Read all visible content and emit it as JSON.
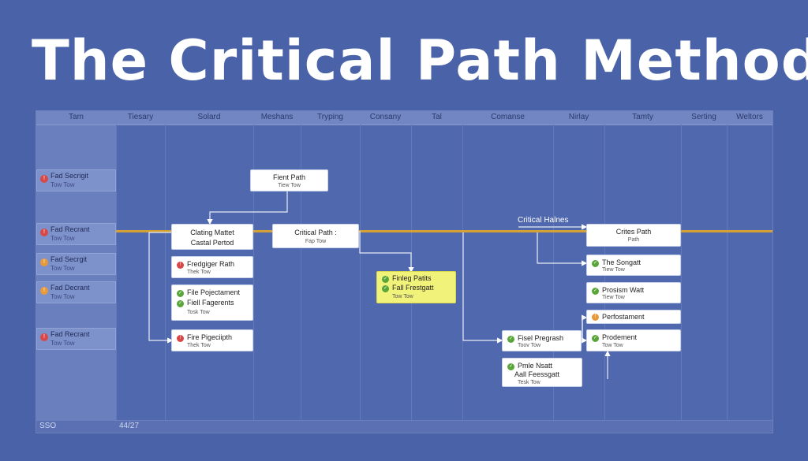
{
  "title": "The Critical Path Method",
  "columns": [
    "Tam",
    "Tiesary",
    "Solard",
    "Meshans",
    "Tryping",
    "Consany",
    "Tal",
    "Comanse",
    "Nirlay",
    "Tamty",
    "Serting",
    "Weltors"
  ],
  "tasks": [
    {
      "title": "Fad Secrigit",
      "sub": "Tow Tow",
      "dot_color": "#d84848",
      "icon": "!"
    },
    {
      "title": "Fad Recrant",
      "sub": "Tow Tow",
      "dot_color": "#d84848",
      "icon": "!"
    },
    {
      "title": "Fad Secrgit",
      "sub": "Tow Tow",
      "dot_color": "#e89a3a",
      "icon": "!"
    },
    {
      "title": "Fad Decrant",
      "sub": "Tow Tow",
      "dot_color": "#e89a3a",
      "icon": "!"
    },
    {
      "title": "Fad Recrant",
      "sub": "Tow Tow",
      "dot_color": "#d84848",
      "icon": "!"
    }
  ],
  "critical_label": "Critical Halnes",
  "footer": {
    "left": "SSO",
    "right": "44/27"
  },
  "nodes": {
    "fient_path": {
      "title": "Fient Path",
      "sub": "Tiew Tow"
    },
    "clating": {
      "line1": "Clating Mattet",
      "line2": "Castal Pertod"
    },
    "critical_path": {
      "title": "Critical Path :",
      "sub": "Fap Tow"
    },
    "crites_path": {
      "title": "Crites Path",
      "sub": "Path"
    },
    "fredgiger": {
      "title": "Fredgiger Rath",
      "sub": "Thek Tow",
      "dot": "#d84848",
      "icon": "!"
    },
    "file_group": {
      "line1": "File Pojectament",
      "line2": "Fiell Fagerents",
      "sub": "Tosk Tow",
      "dot1": "#5aa63a",
      "dot2": "#5aa63a",
      "icon": "✓"
    },
    "fire": {
      "title": "Fire Pigeciipth",
      "sub": "Thek Tow",
      "dot": "#d84848",
      "icon": "!"
    },
    "finlag": {
      "line1": "Finleg Patits",
      "line2": "Fall Frestgatt",
      "sub": "Tow Tow",
      "dot1": "#5aa63a",
      "dot2": "#5aa63a",
      "icon": "✓"
    },
    "the_songatt": {
      "title": "The Songatt",
      "sub": "Tiew Tow",
      "dot": "#5aa63a",
      "icon": "✓"
    },
    "prosism": {
      "title": "Prosism Watt",
      "sub": "Tiew Tow",
      "dot": "#5aa63a",
      "icon": "✓"
    },
    "perfostament": {
      "title": "Perfostament",
      "dot": "#e89a3a",
      "icon": "!"
    },
    "prodement": {
      "title": "Prodement",
      "sub": "Tow Tow",
      "dot": "#5aa63a",
      "icon": "✓"
    },
    "fisel": {
      "title": "Fisel Pregrash",
      "sub": "Toov Tow",
      "dot": "#5aa63a",
      "icon": "✓"
    },
    "pmle": {
      "line1": "Pmle Nsatt",
      "line2": "Aall Feessgatt",
      "sub": "Tesk Tow",
      "dot": "#5aa63a",
      "icon": "✓"
    }
  }
}
